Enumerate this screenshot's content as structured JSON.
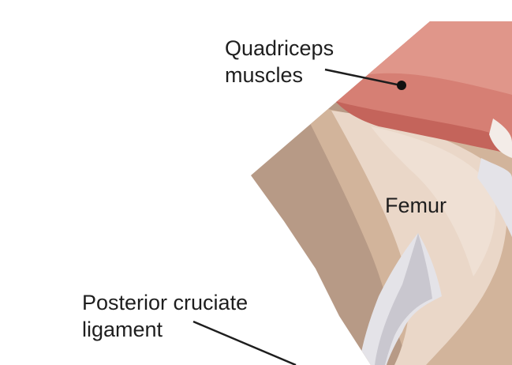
{
  "labels": {
    "quadriceps": [
      "Quadriceps",
      "muscles"
    ],
    "femur": "Femur",
    "posterior_cruciate_ligament": [
      "Posterior cruciate",
      "ligament"
    ]
  },
  "colors": {
    "background": "#ffffff",
    "muscle_light": "#e0968a",
    "muscle_mid": "#d67f74",
    "muscle_dark": "#c4645b",
    "bone_outer": "#b79a86",
    "bone_mid": "#d2b49b",
    "bone_light": "#ead7c8",
    "ligament": "#e4e3e8",
    "ligament_shadow": "#c9c7cf",
    "line": "#1e1e1e"
  }
}
